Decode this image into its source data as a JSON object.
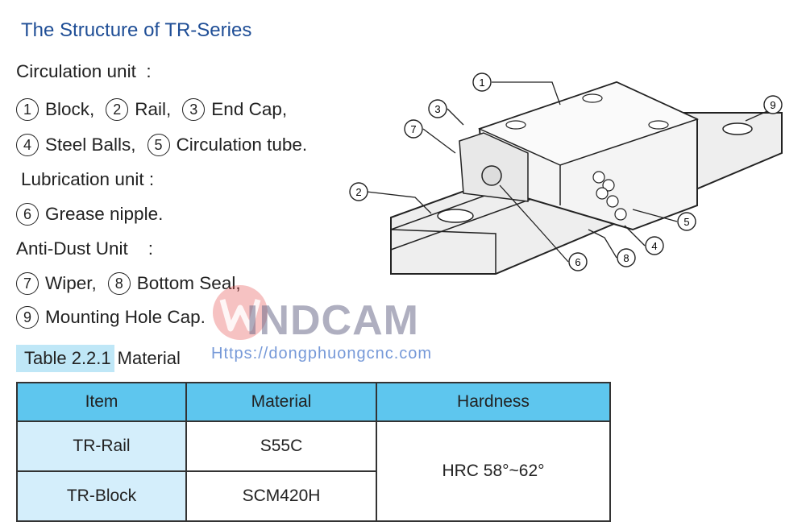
{
  "title": "The Structure of TR-Series",
  "sections": {
    "circulation": "Circulation unit  :",
    "lubrication": "Lubrication unit :",
    "antidust": "Anti-Dust Unit    :"
  },
  "parts": [
    {
      "num": "1",
      "label": "Block,"
    },
    {
      "num": "2",
      "label": "Rail,"
    },
    {
      "num": "3",
      "label": "End Cap,"
    },
    {
      "num": "4",
      "label": "Steel Balls,"
    },
    {
      "num": "5",
      "label": "Circulation tube."
    },
    {
      "num": "6",
      "label": "Grease nipple."
    },
    {
      "num": "7",
      "label": "Wiper,"
    },
    {
      "num": "8",
      "label": "Bottom Seal,"
    },
    {
      "num": "9",
      "label": "Mounting Hole Cap."
    }
  ],
  "caption": {
    "tag": "Table 2.2.1",
    "text": "Material"
  },
  "table": {
    "headers": [
      "Item",
      "Material",
      "Hardness"
    ],
    "rows": [
      {
        "item": "TR-Rail",
        "material": "S55C"
      },
      {
        "item": "TR-Block",
        "material": "SCM420H"
      }
    ],
    "hardness": "HRC 58°~62°"
  },
  "watermark": {
    "brand": "INDCAM",
    "url": "Https://dongphuongcnc.com"
  },
  "diagram_callouts": [
    "1",
    "2",
    "3",
    "4",
    "5",
    "6",
    "7",
    "8",
    "9"
  ]
}
